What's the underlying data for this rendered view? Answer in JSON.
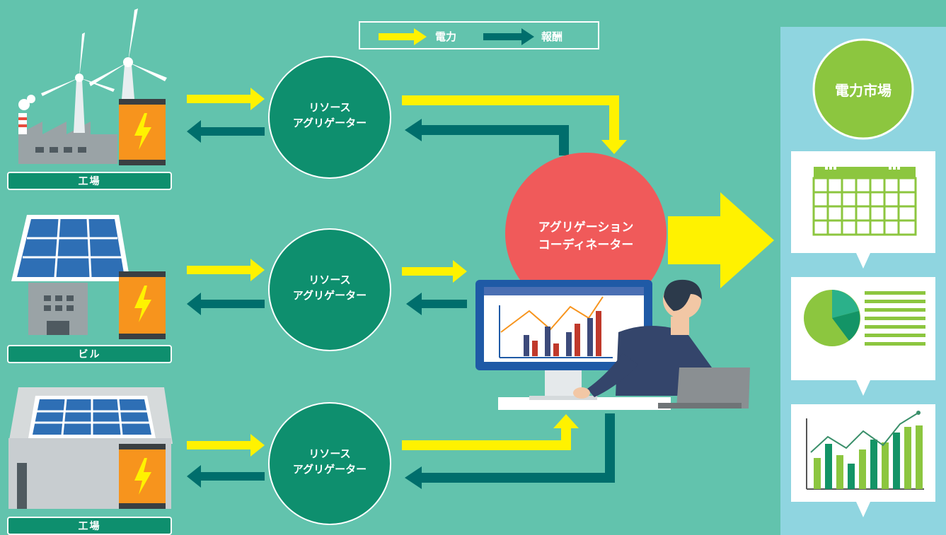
{
  "legend": {
    "power_label": "電力",
    "reward_label": "報酬"
  },
  "sources": [
    {
      "label": "工場"
    },
    {
      "label": "ビル"
    },
    {
      "label": "工場"
    }
  ],
  "aggregator": {
    "line1": "リソース",
    "line2": "アグリゲーター"
  },
  "coordinator": {
    "line1": "アグリゲーション",
    "line2": "コーディネーター"
  },
  "market": {
    "label": "電力市場"
  },
  "colors": {
    "background": "#62c3ad",
    "power_arrow": "#fff200",
    "reward_arrow": "#006e6c",
    "aggregator_circle": "#0e8f6e",
    "coordinator_circle": "#f05a5a",
    "market_circle": "#8cc63f",
    "market_panel": "#8fd5e0"
  }
}
